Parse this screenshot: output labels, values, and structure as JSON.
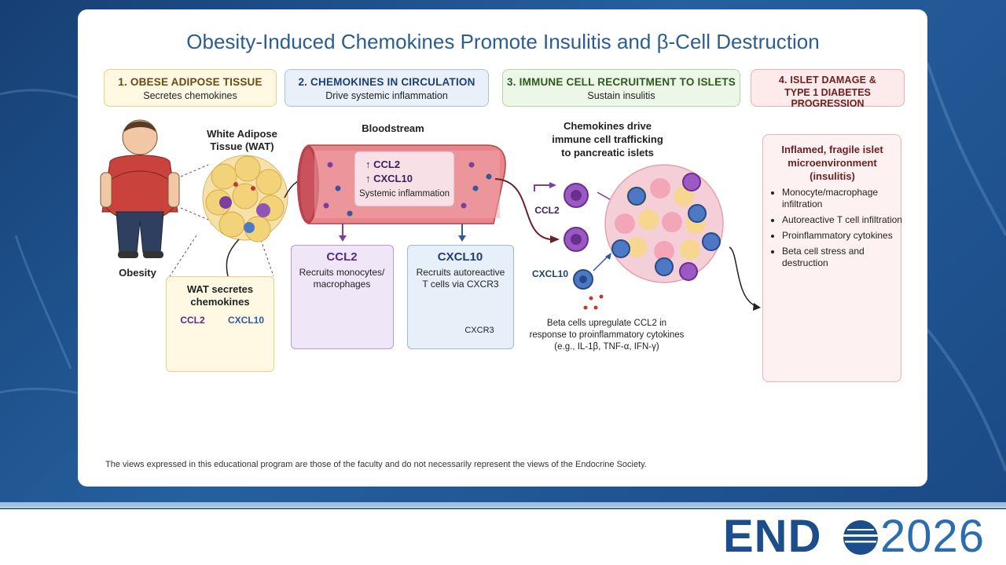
{
  "slide": {
    "title": "Obesity-Induced Chemokines Promote Insulitis and β-Cell Destruction",
    "disclaimer": "The views expressed in this educational program are those of the faculty and do not necessarily represent the views of the Endocrine Society."
  },
  "stages": [
    {
      "heading": "1. OBESE ADIPOSE TISSUE",
      "sub": "Secretes chemokines"
    },
    {
      "heading": "2. CHEMOKINES IN CIRCULATION",
      "sub": "Drive systemic inflammation"
    },
    {
      "heading": "3. IMMUNE CELL RECRUITMENT TO ISLETS",
      "sub": "Sustain insulitis"
    },
    {
      "heading": "4. ISLET DAMAGE &",
      "heading2": "TYPE 1 DIABETES PROGRESSION"
    }
  ],
  "panel1": {
    "obesity_label": "Obesity",
    "wat_label": "White Adipose Tissue (WAT)",
    "secretes_box": {
      "title": "WAT secretes chemokines",
      "ccl2": "CCL2",
      "cxcl10": "CXCL10"
    }
  },
  "panel2": {
    "bloodstream_label": "Bloodstream",
    "vessel_box": {
      "line1": "↑ CCL2",
      "line2": "↑ CXCL10",
      "line3": "Systemic inflammation"
    },
    "ccl2_box": {
      "title": "CCL2",
      "text": "Recruits monocytes/ macrophages"
    },
    "cxcl10_box": {
      "title": "CXCL10",
      "text": "Recruits autoreactive T cells via CXCR3",
      "receptor": "CXCR3"
    }
  },
  "panel3": {
    "heading": "Chemokines drive immune cell trafficking to pancreatic islets",
    "ccl2_label": "CCL2",
    "cxcl10_label": "CXCL10",
    "note": "Beta cells upregulate CCL2 in response to proinflammatory cytokines (e.g., IL-1β, TNF-α, IFN-γ)"
  },
  "panel4": {
    "title": "Inflamed, fragile islet microenvironment (insulitis)",
    "bullets": [
      "Monocyte/macrophage infiltration",
      "Autoreactive T cell infiltration",
      "Proinflammatory cytokines",
      "Beta cell stress and destruction"
    ]
  },
  "logo": {
    "word": "END",
    "year": "2026"
  },
  "colors": {
    "title": "#2c5d92",
    "ccl2": "#7b3f9e",
    "cxcl10": "#2f5b9a",
    "vessel": "#d9606a",
    "fat": "#f3d37a"
  }
}
